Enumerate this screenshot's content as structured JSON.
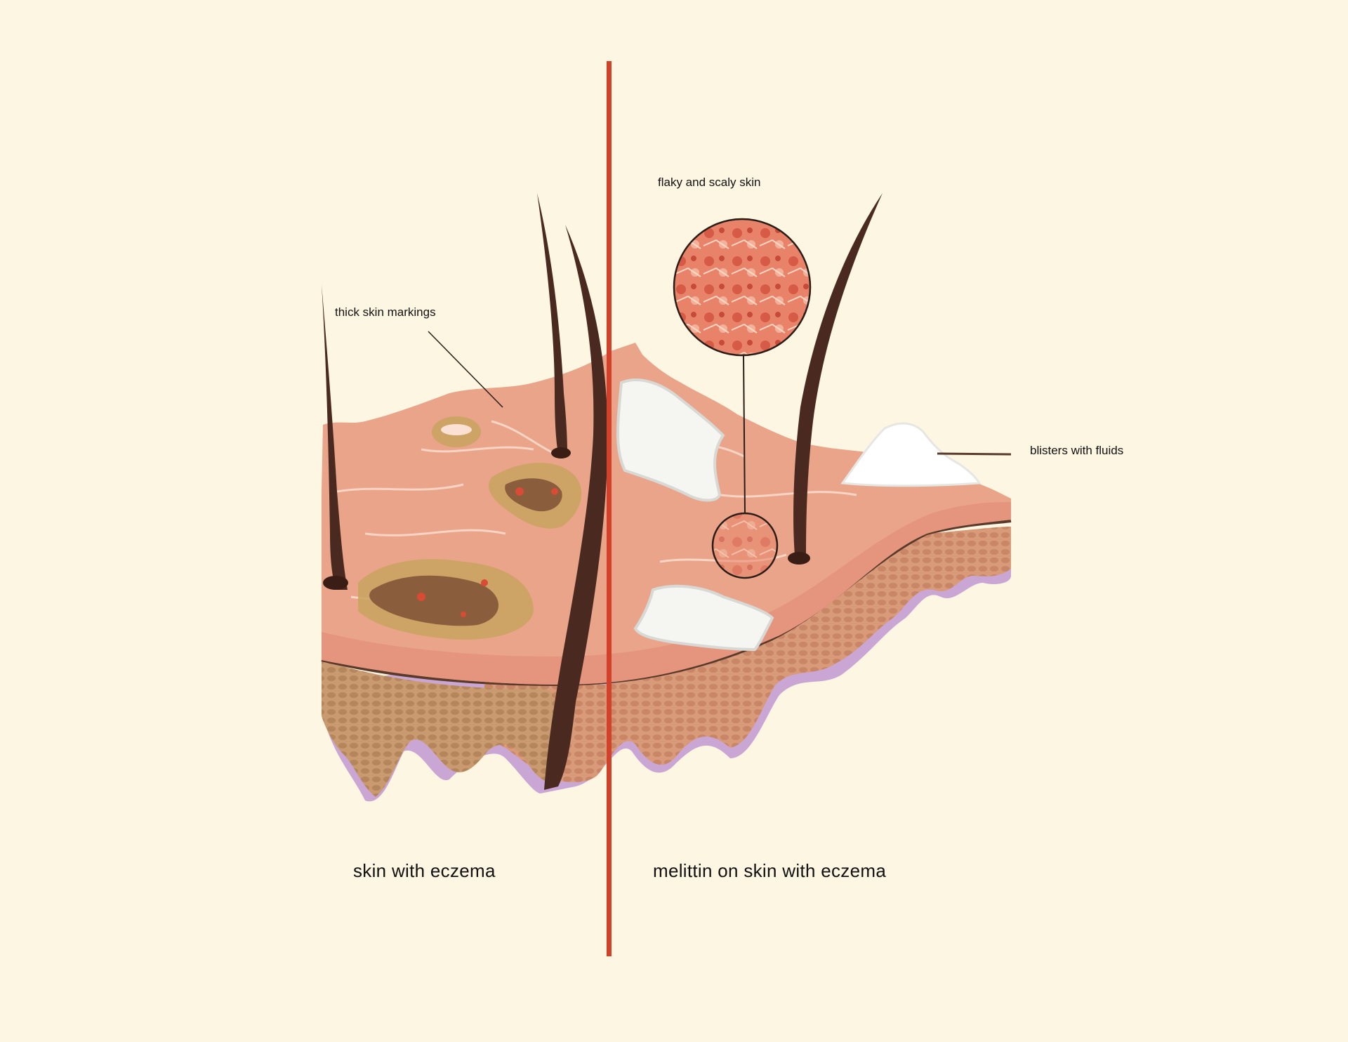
{
  "labels": {
    "thick_skin_markings": "thick skin markings",
    "flaky_and_scaly_skin": "flaky and scaly skin",
    "blisters_with_fluids": "blisters with fluids"
  },
  "captions": {
    "left": "skin with eczema",
    "right": "melittin on skin with eczema"
  },
  "colors": {
    "background": "#fdf6e2",
    "divider": "#d2412a",
    "hair": "#4a2a20",
    "skin_surface": "#e9a48a",
    "dermis": "#d99a7a",
    "membrane": "#c9a6d3",
    "blister": "#ffffff",
    "eczema_patch": "#c8a45e"
  }
}
